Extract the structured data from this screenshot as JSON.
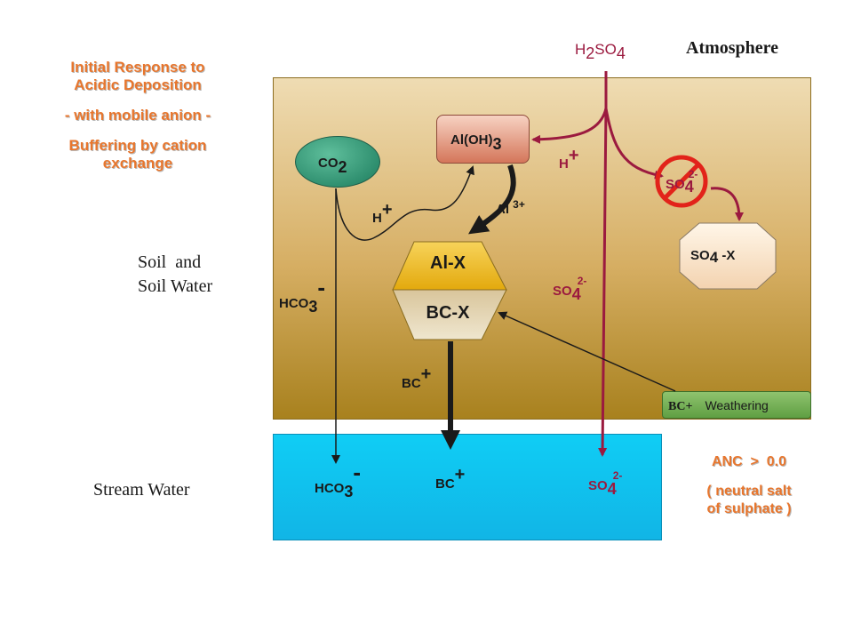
{
  "title": {
    "line1": "Initial Response to",
    "line2": "Acidic Deposition",
    "line3": "- with mobile anion -",
    "line4": "Buffering by cation",
    "line5": "exchange"
  },
  "zones": {
    "atmosphere": "Atmosphere",
    "soil_line1": "Soil  and",
    "soil_line2": "Soil Water",
    "stream": "Stream Water"
  },
  "atmosphere": {
    "h2so4_a": "H",
    "h2so4_b": "2",
    "h2so4_c": "SO",
    "h2so4_d": "4"
  },
  "soil": {
    "aloh3_main": "Al(OH)",
    "aloh3_sub": "3",
    "co2_main": "CO",
    "co2_sub": "2",
    "h_plus_right_main": "H",
    "h_plus_right_sup": "+",
    "h_plus_left_main": "H",
    "h_plus_left_sup": "+",
    "al3_main": "Al",
    "al3_sup": "3+",
    "so4_blocked_main": "SO",
    "so4_blocked_sub": "4",
    "so4_blocked_sup": "2-",
    "so4x_main": "SO",
    "so4x_sub": "4",
    "so4x_rest": " -X",
    "hco3_main": "HCO",
    "hco3_sub": "3",
    "hco3_sup": "-",
    "so4_mid_main": "SO",
    "so4_mid_sub": "4",
    "so4_mid_sup": "2-",
    "exchanger_top": "Al-X",
    "exchanger_bottom": "BC-X",
    "bc_main": "BC",
    "bc_sup": "+",
    "weathering_bc": "BC+",
    "weathering_label": "Weathering"
  },
  "stream": {
    "hco3_main": "HCO",
    "hco3_sub": "3",
    "hco3_sup": "-",
    "bc_main": "BC",
    "bc_sup": "+",
    "so4_main": "SO",
    "so4_sub": "4",
    "so4_sup": "2-"
  },
  "anc": {
    "line1": "ANC  >  0.0",
    "line2": "( neutral salt",
    "line3": "of sulphate )"
  },
  "colors": {
    "acid_arrow": "#9b1a3f",
    "title_orange": "#e8762d",
    "stream_blue": "#10cdf5",
    "exchanger_gold": "#f0bd1e",
    "exchanger_tan": "#d9c59b",
    "blocked_red": "#e2231a"
  }
}
